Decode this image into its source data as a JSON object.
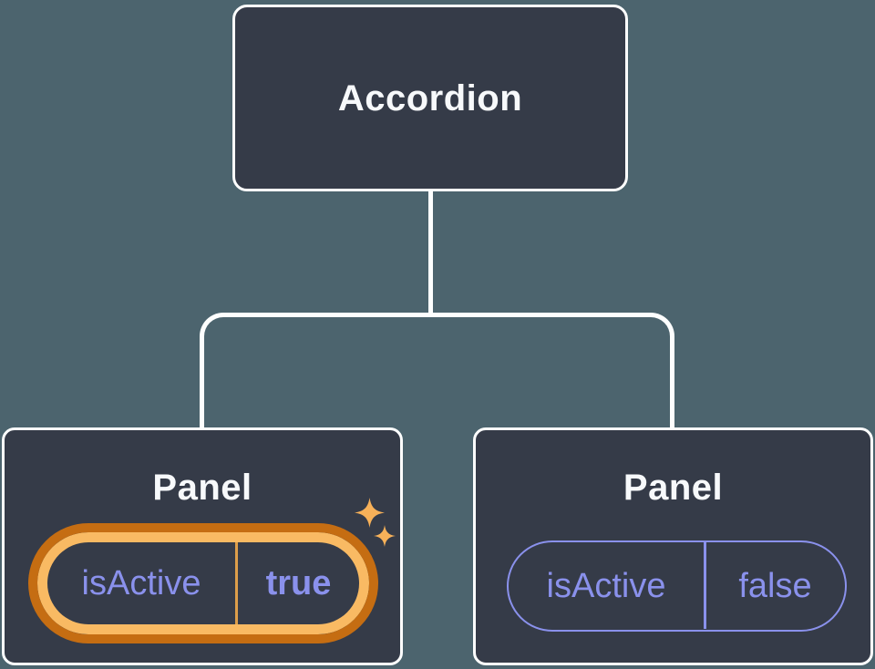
{
  "diagram": {
    "description": "Component tree: Accordion parent passing isActive prop to two Panel children",
    "root": {
      "label": "Accordion"
    },
    "panels": [
      {
        "label": "Panel",
        "prop_name": "isActive",
        "prop_value": "true",
        "highlighted": true
      },
      {
        "label": "Panel",
        "prop_name": "isActive",
        "prop_value": "false",
        "highlighted": false
      }
    ],
    "colors": {
      "background": "#4C646E",
      "node_fill": "#353B48",
      "node_border": "#FDFEFE",
      "connector": "#FDFEFE",
      "text": "#F7F9FB",
      "prop_text": "#8A91EC",
      "highlight_outer": "#C56D12",
      "highlight_inner": "#F9BA63",
      "highlight_divider": "#DD9E4A",
      "sparkle": "#F7B159"
    }
  }
}
